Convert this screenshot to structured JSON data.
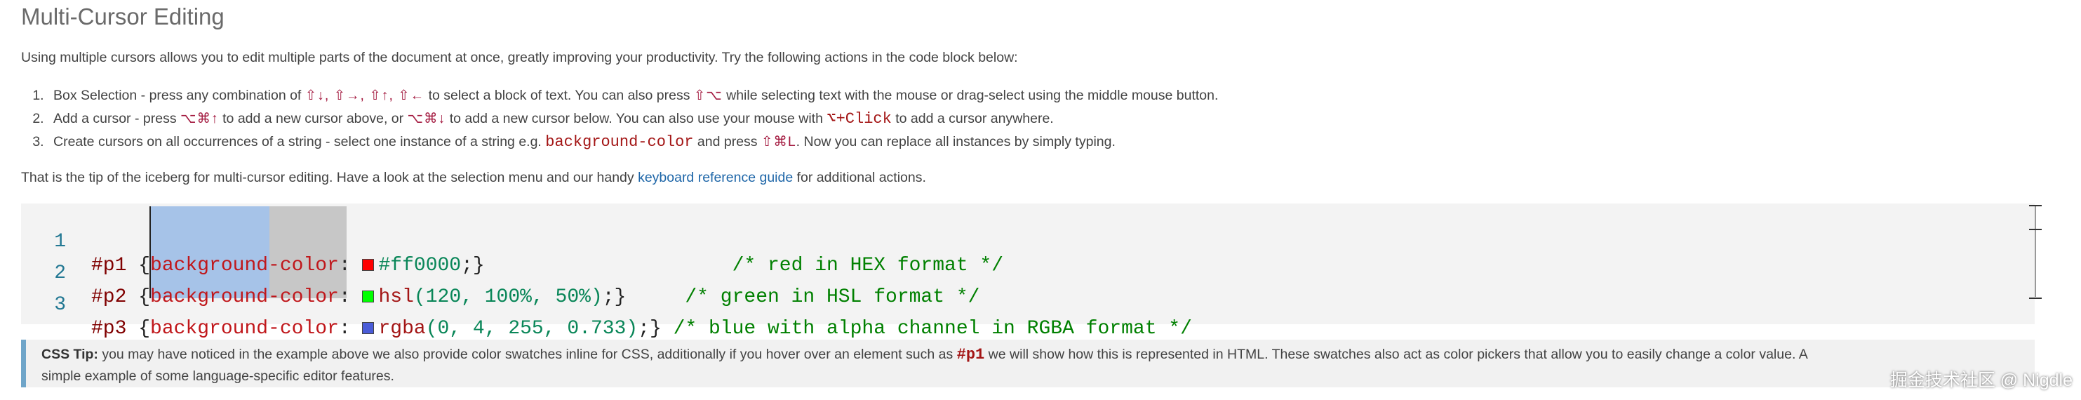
{
  "title": "Multi-Cursor Editing",
  "intro": "Using multiple cursors allows you to edit multiple parts of the document at once, greatly improving your productivity. Try the following actions in the code block below:",
  "steps": [
    {
      "num": "1.",
      "pre": "Box Selection - press any combination of ",
      "k1": "⇧↓, ⇧→, ⇧↑, ⇧←",
      "mid": " to select a block of text. You can also press ",
      "k2": "⇧⌥",
      "post": " while selecting text with the mouse or drag-select using the middle mouse button."
    },
    {
      "num": "2.",
      "pre": "Add a cursor - press ",
      "k1": "⌥⌘↑",
      "mid": " to add a new cursor above, or ",
      "k2": "⌥⌘↓",
      "mid2": " to add a new cursor below. You can also use your mouse with ",
      "k3": "⌥+Click",
      "post": " to add a cursor anywhere."
    },
    {
      "num": "3.",
      "pre": "Create cursors on all occurrences of a string - select one instance of a string e.g. ",
      "k1": "background-color",
      "mid": " and press ",
      "k2": "⇧⌘L",
      "post": ". Now you can replace all instances by simply typing."
    }
  ],
  "outro": {
    "pre": "That is the tip of the iceberg for multi-cursor editing. Have a look at the selection menu and our handy ",
    "link": "keyboard reference guide",
    "post": " for additional actions."
  },
  "code": {
    "lines": [
      {
        "no": "1",
        "sel": "#p1",
        "ob": " {",
        "prop": "background-color",
        "colon": ": ",
        "value_fn": "",
        "value": "#ff0000",
        "end": ";}",
        "pad": "                     ",
        "comment": "/* red in HEX format */",
        "swatch": "#ff0000"
      },
      {
        "no": "2",
        "sel": "#p2",
        "ob": " {",
        "prop": "background-color",
        "colon": ": ",
        "value_fn": "hsl",
        "value": "(120, 100%, 50%)",
        "end": ";}",
        "pad": "     ",
        "comment": "/* green in HSL format */",
        "swatch": "#00ff00"
      },
      {
        "no": "3",
        "sel": "#p3",
        "ob": " {",
        "prop": "background-color",
        "colon": ": ",
        "value_fn": "rgba",
        "value": "(0, 4, 255, 0.733)",
        "end": ";}",
        "pad": " ",
        "comment": "/* blue with alpha channel in RGBA format */",
        "swatch": "#4a5cd8"
      }
    ]
  },
  "tip": {
    "label": "CSS Tip:",
    "pre": " you may have noticed in the example above we also provide color swatches inline for CSS, additionally if you hover over an element such as ",
    "code": "#p1",
    "mid": " we will show how this is represented in HTML. These swatches also act as color pickers that allow you to easily change a color value. A",
    "line2": "simple example of some language-specific editor features."
  },
  "watermark": "掘金技术社区 @ Nigdle",
  "colors": {
    "accent_link": "#1e66a8",
    "keybinding": "#a3193f",
    "tip_border": "#6fa5c9",
    "line_number": "#237893"
  }
}
